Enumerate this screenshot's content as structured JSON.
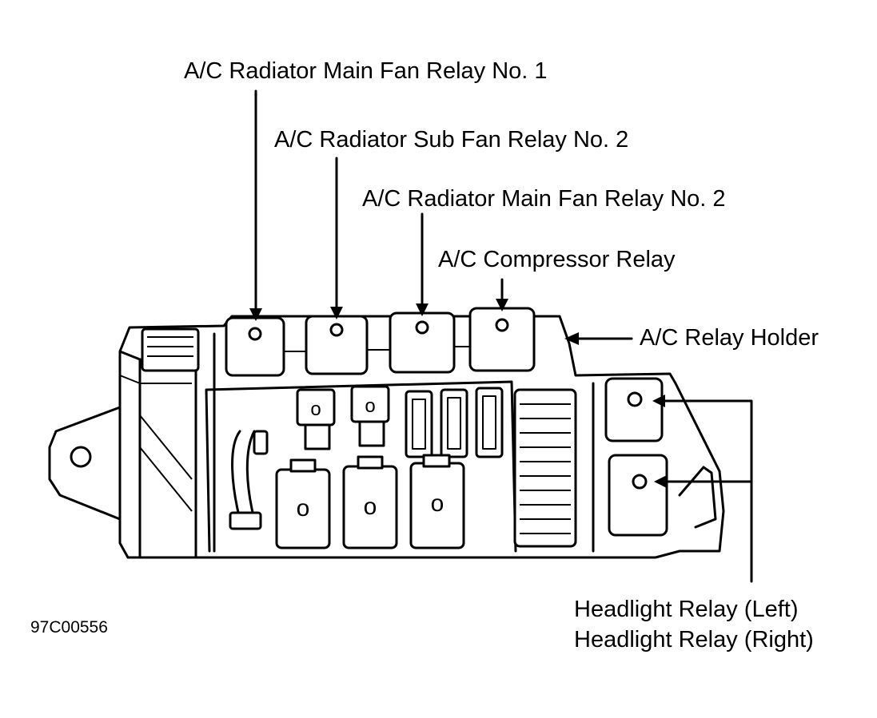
{
  "labels": {
    "main_fan_relay_1": "A/C Radiator Main Fan Relay No. 1",
    "sub_fan_relay_2": "A/C Radiator Sub Fan Relay No. 2",
    "main_fan_relay_2": "A/C Radiator Main Fan Relay No. 2",
    "compressor_relay": "A/C Compressor Relay",
    "relay_holder": "A/C Relay Holder",
    "headlight_left": "Headlight Relay (Left)",
    "headlight_right": "Headlight Relay (Right)"
  },
  "figure_code": "97C00556",
  "colors": {
    "ink": "#000000",
    "background": "#ffffff"
  }
}
